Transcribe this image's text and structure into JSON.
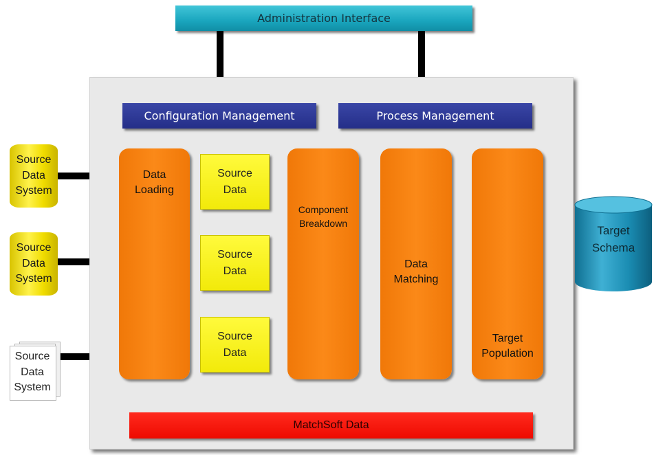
{
  "header": {
    "admin_label": "Administration Interface"
  },
  "management": {
    "configuration": "Configuration Management",
    "process": "Process Management"
  },
  "sources": [
    {
      "label": "Source Data System",
      "lines": [
        "Source",
        "Data",
        "System"
      ]
    },
    {
      "label": "Source Data System",
      "lines": [
        "Source",
        "Data",
        "System"
      ]
    },
    {
      "label": "Source Data System",
      "lines": [
        "Source",
        "Data",
        "System"
      ]
    }
  ],
  "stages": {
    "loading": "Data Loading",
    "source_data": [
      "Source Data",
      "Source Data",
      "Source Data"
    ],
    "component": "Component Breakdown",
    "matching": "Data Matching",
    "population": "Target Population"
  },
  "store": {
    "label": "MatchSoft Data"
  },
  "target": {
    "label": "Target Schema"
  },
  "colors": {
    "admin": "#1aa6be",
    "management": "#242e88",
    "stage": "#fb8918",
    "source_data": "#fff200",
    "store": "#ff1a10",
    "target": "#1e8cb0",
    "panel": "#e9e9e9"
  }
}
